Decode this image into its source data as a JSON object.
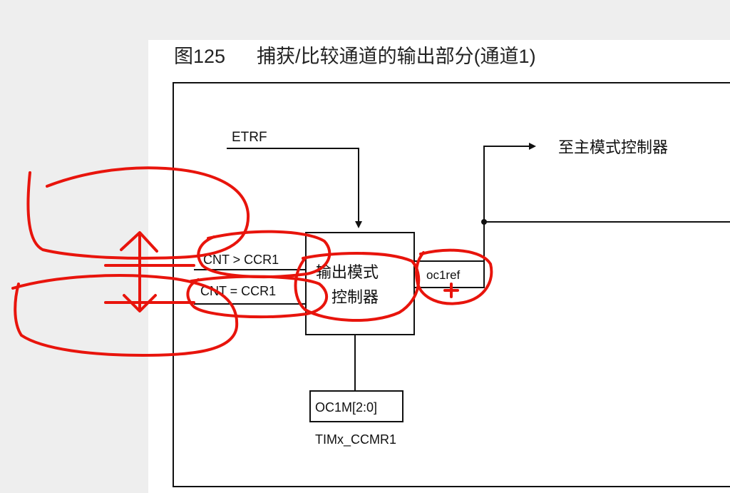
{
  "figure": {
    "number": "图125",
    "title": "捕获/比较通道的输出部分(通道1)"
  },
  "diagram": {
    "etrf_label": "ETRF",
    "cnt_gt_label": "CNT > CCR1",
    "cnt_eq_label": "CNT = CCR1",
    "controller_line1": "输出模式",
    "controller_line2": "控制器",
    "oc1ref_label": "oc1ref",
    "to_master_label": "至主模式控制器",
    "oc1m_label": "OC1M[2:0]",
    "register_label": "TIMx_CCMR1"
  },
  "annotations": {
    "ink_color": "#e8140c",
    "marks": [
      "upper-left-loop",
      "lower-left-loop",
      "double-arrow",
      "cnt-gt-circle",
      "cnt-eq-circle",
      "controller-circle",
      "oc1ref-circle",
      "plus-sign"
    ]
  }
}
